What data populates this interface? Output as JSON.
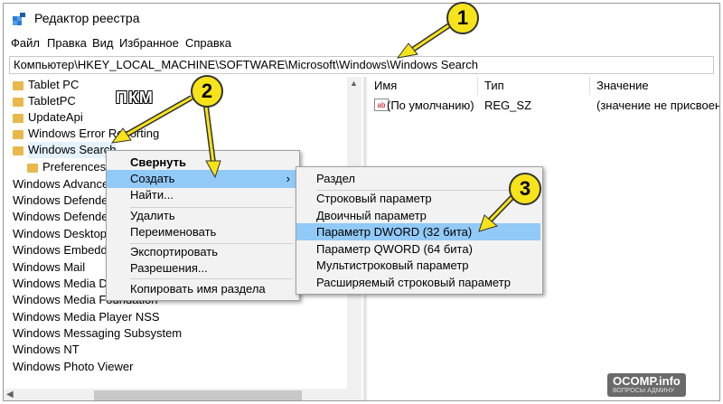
{
  "window": {
    "title": "Редактор реестра"
  },
  "menu": [
    "Файл",
    "Правка",
    "Вид",
    "Избранное",
    "Справка"
  ],
  "address": "Компьютер\\HKEY_LOCAL_MACHINE\\SOFTWARE\\Microsoft\\Windows\\Windows Search",
  "tree": [
    "Tablet PC",
    "TabletPC",
    "UpdateApi",
    "Windows Error Reporting",
    "Windows Search",
    "Preferences",
    "Windows Advanced Threat Protection",
    "Windows Defender",
    "Windows Defender Security Center",
    "Windows Desktop Search",
    "Windows Embedded",
    "Windows Mail",
    "Windows Media Device Manager",
    "Windows Media Foundation",
    "Windows Media Player NSS",
    "Windows Messaging Subsystem",
    "Windows NT",
    "Windows Photo Viewer"
  ],
  "values": {
    "headers": [
      "Имя",
      "Тип",
      "Значение"
    ],
    "rows": [
      {
        "name": "(По умолчанию)",
        "type": "REG_SZ",
        "value": "(значение не присвоено)"
      }
    ]
  },
  "context_menu": {
    "collapse": "Свернуть",
    "create": "Создать",
    "find": "Найти...",
    "delete": "Удалить",
    "rename": "Переименовать",
    "export": "Экспортировать",
    "permissions": "Разрешения...",
    "copy_name": "Копировать имя раздела"
  },
  "submenu": {
    "key": "Раздел",
    "string": "Строковый параметр",
    "binary": "Двоичный параметр",
    "dword": "Параметр DWORD (32 бита)",
    "qword": "Параметр QWORD (64 бита)",
    "multi": "Мультистроковый параметр",
    "expand": "Расширяемый строковый параметр"
  },
  "annotations": {
    "badge1": "1",
    "badge2": "2",
    "badge3": "3",
    "label_pkm": "ПКМ"
  },
  "watermark": {
    "main": "OCOMP.info",
    "sub": "ВОПРОСЫ АДМИНУ"
  },
  "colors": {
    "highlight": "#91c9f7",
    "arrow": "#f6e31a",
    "folder": "#e8b84a"
  },
  "icons": {
    "app": "registry-editor-icon",
    "folder": "folder-icon",
    "value": "string-value-icon"
  }
}
